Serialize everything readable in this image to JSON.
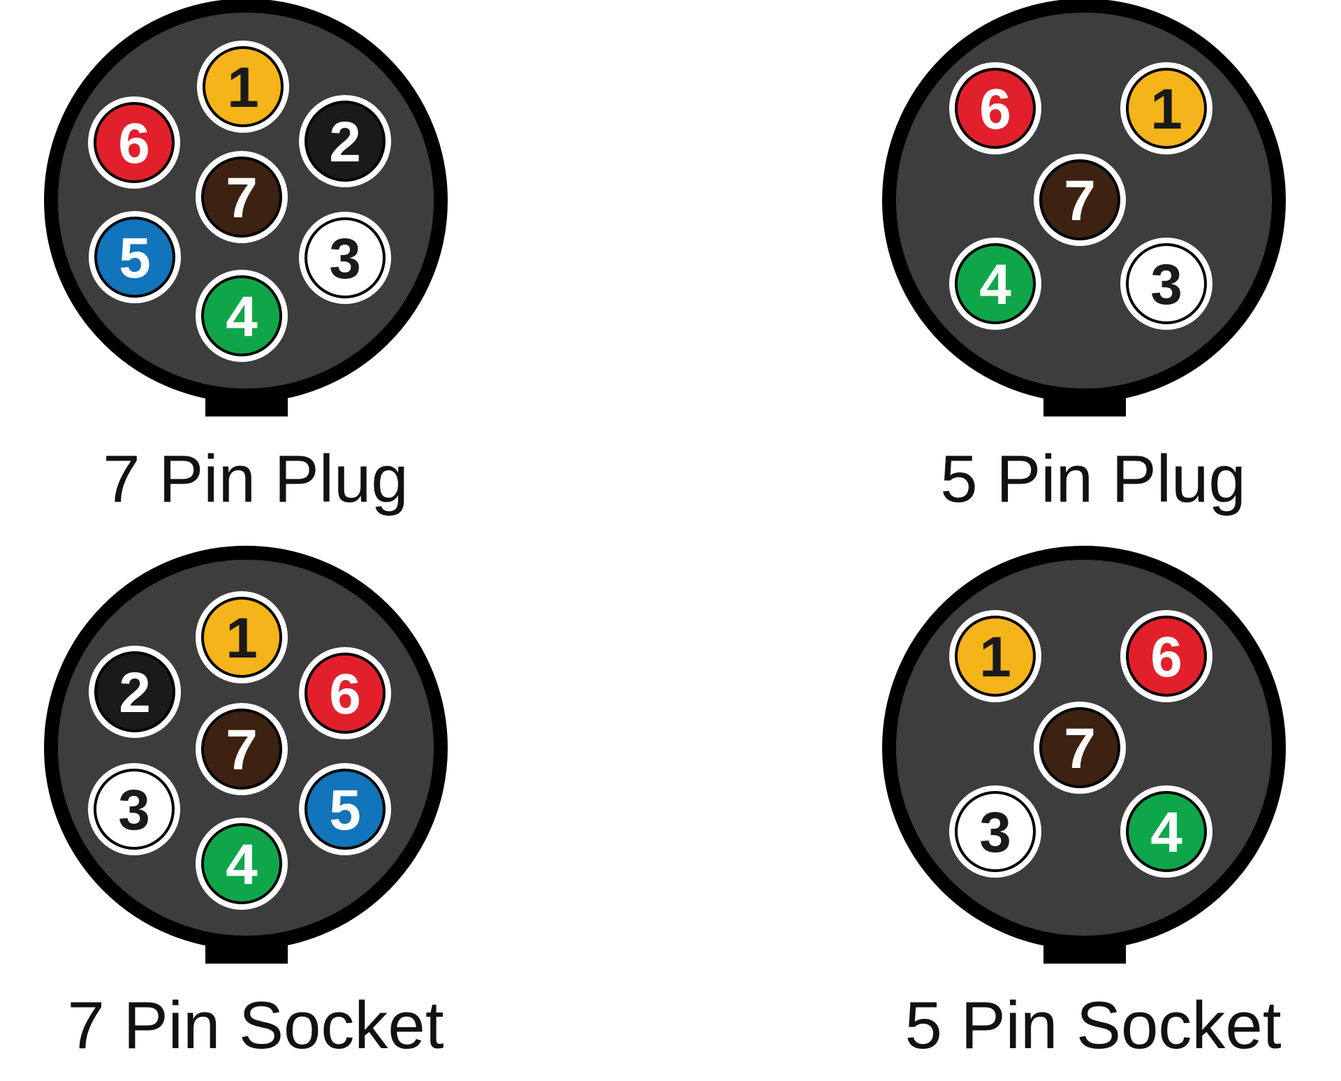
{
  "colors": {
    "housing_fill": "#3d3d3d",
    "housing_rim": "#000000",
    "pin_ring": "#ffffff",
    "yellow": "#f5b41a",
    "black": "#1a1a1a",
    "white": "#ffffff",
    "green": "#0fa64a",
    "blue": "#1274bb",
    "red": "#e2202b",
    "brown": "#3d2212"
  },
  "connectors": [
    {
      "id": "seven-pin-plug",
      "title": "7 Pin Plug",
      "pins": [
        {
          "number": "1",
          "color": "yellow",
          "text_color": "black"
        },
        {
          "number": "2",
          "color": "black",
          "text_color": "white"
        },
        {
          "number": "3",
          "color": "white",
          "text_color": "black"
        },
        {
          "number": "4",
          "color": "green",
          "text_color": "white"
        },
        {
          "number": "5",
          "color": "blue",
          "text_color": "white"
        },
        {
          "number": "6",
          "color": "red",
          "text_color": "white"
        },
        {
          "number": "7",
          "color": "brown",
          "text_color": "white"
        }
      ]
    },
    {
      "id": "five-pin-plug",
      "title": "5 Pin Plug",
      "pins": [
        {
          "number": "6",
          "color": "red",
          "text_color": "white"
        },
        {
          "number": "1",
          "color": "yellow",
          "text_color": "black"
        },
        {
          "number": "7",
          "color": "brown",
          "text_color": "white"
        },
        {
          "number": "4",
          "color": "green",
          "text_color": "white"
        },
        {
          "number": "3",
          "color": "white",
          "text_color": "black"
        }
      ]
    },
    {
      "id": "seven-pin-socket",
      "title": "7 Pin Socket",
      "pins": [
        {
          "number": "1",
          "color": "yellow",
          "text_color": "black"
        },
        {
          "number": "2",
          "color": "black",
          "text_color": "white"
        },
        {
          "number": "6",
          "color": "red",
          "text_color": "white"
        },
        {
          "number": "7",
          "color": "brown",
          "text_color": "white"
        },
        {
          "number": "3",
          "color": "white",
          "text_color": "black"
        },
        {
          "number": "5",
          "color": "blue",
          "text_color": "white"
        },
        {
          "number": "4",
          "color": "green",
          "text_color": "white"
        }
      ]
    },
    {
      "id": "five-pin-socket",
      "title": "5 Pin Socket",
      "pins": [
        {
          "number": "1",
          "color": "yellow",
          "text_color": "black"
        },
        {
          "number": "6",
          "color": "red",
          "text_color": "white"
        },
        {
          "number": "7",
          "color": "brown",
          "text_color": "white"
        },
        {
          "number": "3",
          "color": "white",
          "text_color": "black"
        },
        {
          "number": "4",
          "color": "green",
          "text_color": "white"
        }
      ]
    }
  ]
}
